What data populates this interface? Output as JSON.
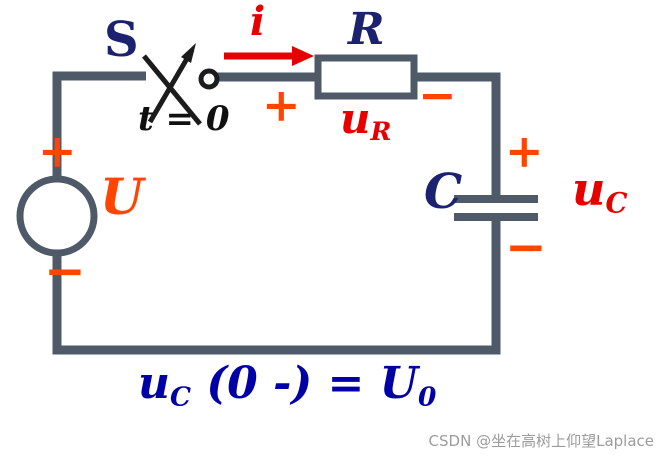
{
  "colors": {
    "wire": "#4e5a68",
    "switch_stroke": "#1c1c1c",
    "label_navy": "#1b2270",
    "label_red": "#e60000",
    "sign_orange": "#ff4500",
    "equation_blue": "#0000a6",
    "watermark_gray": "#9c9c9c"
  },
  "labels": {
    "switch": "S",
    "switch_time": "t = 0",
    "current": "i",
    "resistor": "R",
    "resistor_voltage": {
      "base": "u",
      "sub": "R"
    },
    "source": "U",
    "capacitor": "C",
    "capacitor_voltage": {
      "base": "u",
      "sub": "C"
    },
    "plus": "+",
    "minus": "−"
  },
  "equation": {
    "lhs_base": "u",
    "lhs_sub": "C",
    "mid": " (0 -) = ",
    "rhs_base": "U",
    "rhs_sub": "0"
  },
  "watermark": "CSDN @坐在高树上仰望Laplace"
}
